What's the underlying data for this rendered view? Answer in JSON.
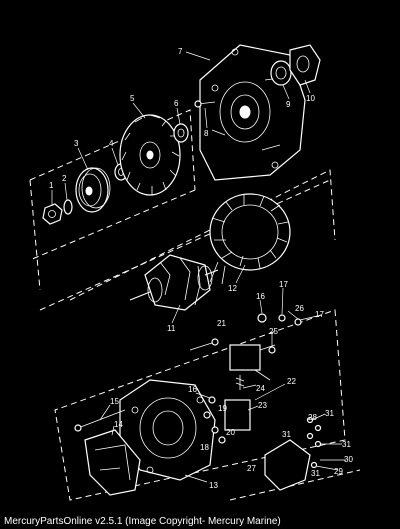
{
  "caption": "MercuryPartsOnline v2.5.1 (Image Copyright- Mercury Marine)",
  "callouts": [
    "1",
    "2",
    "3",
    "4",
    "5",
    "6",
    "7",
    "8",
    "9",
    "10",
    "11",
    "12",
    "13",
    "14",
    "15",
    "16",
    "17",
    "18",
    "19",
    "20",
    "21",
    "22",
    "23",
    "24",
    "25",
    "26",
    "27",
    "28",
    "29",
    "30",
    "31"
  ],
  "callouts_repeat": {
    "16b": "16",
    "17b": "17",
    "31b": "31",
    "31c": "31",
    "31d": "31"
  }
}
